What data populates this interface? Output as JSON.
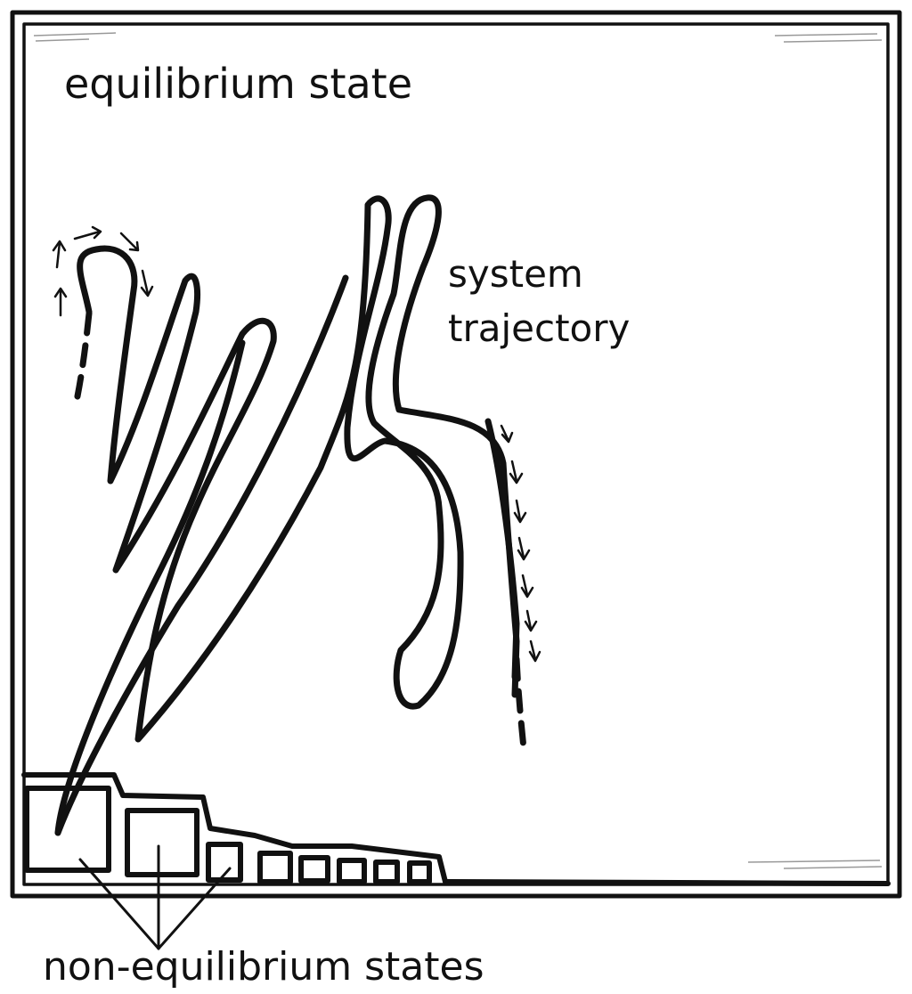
{
  "labels": {
    "equilibrium": "equilibrium state",
    "trajectory_line1": "system",
    "trajectory_line2": "trajectory",
    "non_equilibrium": "non-equilibrium states"
  },
  "colors": {
    "ink": "#111111",
    "background": "#ffffff",
    "frame_sketch": "#999999"
  }
}
